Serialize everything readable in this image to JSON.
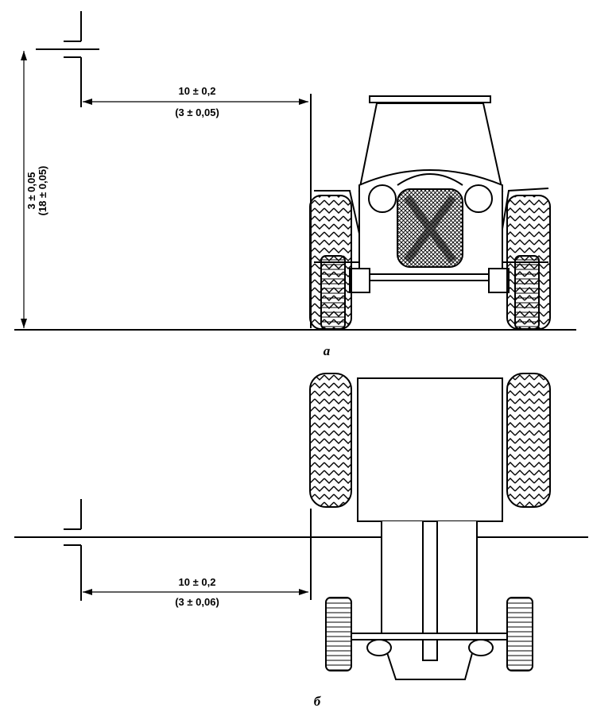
{
  "view_front": {
    "horizontal_dim": {
      "value": "10 ± 0,2",
      "alt": "(3 ± 0,05)"
    },
    "vertical_dim": {
      "value": "3 ± 0,05",
      "alt": "(18 ± 0,05)"
    },
    "caption": "a"
  },
  "view_top": {
    "horizontal_dim": {
      "value": "10 ± 0,2",
      "alt": "(3 ± 0,06)"
    },
    "caption": "б"
  }
}
